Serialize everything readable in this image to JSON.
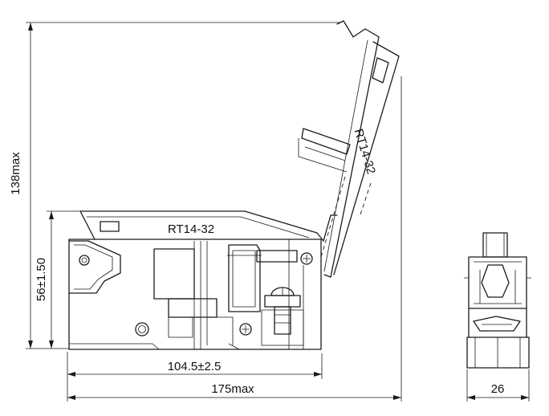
{
  "dimensions": {
    "height_overall": "138max",
    "height_body": "56±1.50",
    "width_inner": "104.5±2.5",
    "width_overall": "175max",
    "depth": "26"
  },
  "labels": {
    "body_model": "RT14-32",
    "lid_model": "RT14-32"
  }
}
